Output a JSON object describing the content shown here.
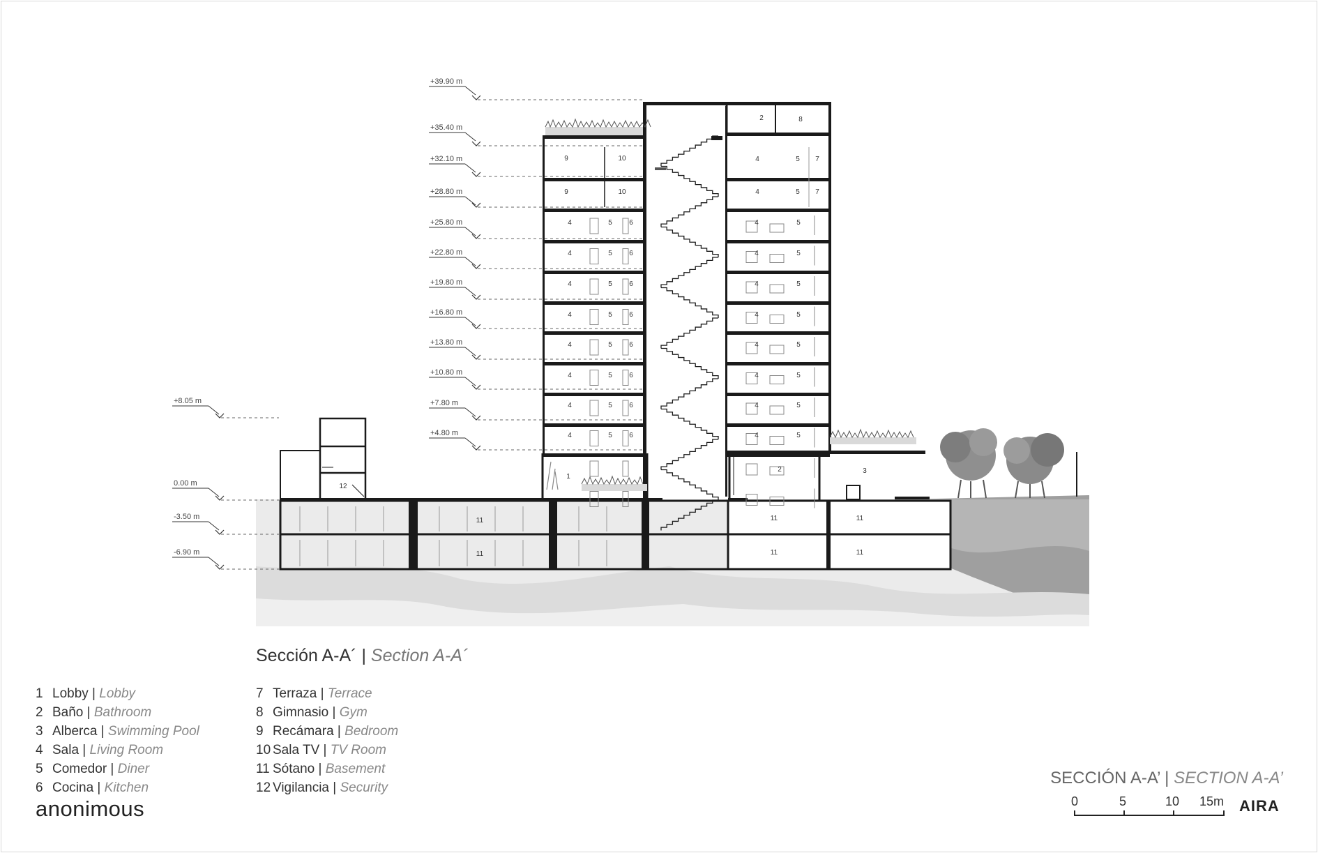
{
  "levels": [
    {
      "label": "+39.90 m"
    },
    {
      "label": "+35.40 m"
    },
    {
      "label": "+32.10 m"
    },
    {
      "label": "+28.80 m"
    },
    {
      "label": "+25.80 m"
    },
    {
      "label": "+22.80 m"
    },
    {
      "label": "+19.80 m"
    },
    {
      "label": "+16.80 m"
    },
    {
      "label": "+13.80 m"
    },
    {
      "label": "+10.80 m"
    },
    {
      "label": "+7.80 m"
    },
    {
      "label": "+4.80 m"
    },
    {
      "label": "+8.05 m"
    },
    {
      "label": "0.00 m"
    },
    {
      "label": "-3.50 m"
    },
    {
      "label": "-6.90 m"
    }
  ],
  "room_numbers": {
    "lobby": "1",
    "bathroom": "2",
    "pool": "3",
    "living": "4",
    "diner": "5",
    "kitchen": "6",
    "terrace": "7",
    "gym": "8",
    "bedroom": "9",
    "tv": "10",
    "basement": "11",
    "security": "12"
  },
  "section_title": {
    "es": "Sección A-A´",
    "sep": " | ",
    "en": "Section A-A´"
  },
  "legend": [
    {
      "num": "1",
      "es": "Lobby",
      "en": "Lobby"
    },
    {
      "num": "2",
      "es": "Baño",
      "en": "Bathroom"
    },
    {
      "num": "3",
      "es": "Alberca",
      "en": "Swimming Pool"
    },
    {
      "num": "4",
      "es": "Sala",
      "en": "Living Room"
    },
    {
      "num": "5",
      "es": "Comedor",
      "en": "Diner"
    },
    {
      "num": "6",
      "es": "Cocina",
      "en": "Kitchen"
    },
    {
      "num": "7",
      "es": "Terraza",
      "en": "Terrace"
    },
    {
      "num": "8",
      "es": "Gimnasio",
      "en": "Gym"
    },
    {
      "num": "9",
      "es": "Recámara",
      "en": "Bedroom"
    },
    {
      "num": "10",
      "es": "Sala TV",
      "en": "TV Room"
    },
    {
      "num": "11",
      "es": "Sótano",
      "en": "Basement"
    },
    {
      "num": "12",
      "es": "Vigilancia",
      "en": "Security"
    }
  ],
  "brand_left": "anonimous",
  "title_block": {
    "es": "SECCIÓN A-A’",
    "sep": " | ",
    "en": "SECTION A-A’"
  },
  "scale": {
    "labels": [
      "0",
      "5",
      "10",
      "15m"
    ]
  },
  "brand_right": "AIRA"
}
